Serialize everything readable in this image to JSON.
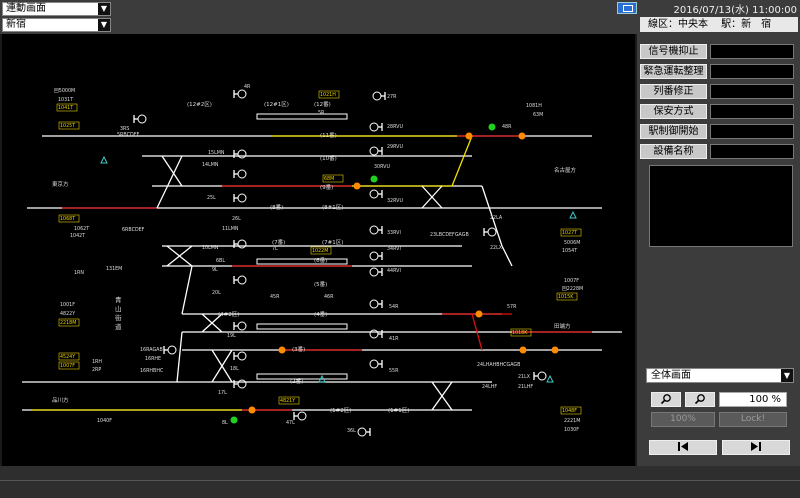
{
  "header": {
    "view_select": "連動画面",
    "station_select": "新宿",
    "datetime": "2016/07/13(水) 11:00:00",
    "line_info": "線区：中央本　 駅：新　宿"
  },
  "panel": {
    "buttons": [
      {
        "label": "信号機抑止"
      },
      {
        "label": "緊急運転整理"
      },
      {
        "label": "列番修正"
      },
      {
        "label": "保安方式"
      },
      {
        "label": "駅制御開始"
      },
      {
        "label": "設備名称"
      }
    ],
    "display_select": "全体画面",
    "zoom_in_icon": "magnifier-icon",
    "zoom_out_icon": "magnifier-icon",
    "zoom_value": "100 %",
    "zoom_reset": "100%",
    "lock": "Lock!",
    "prev_icon": "skip-back-icon",
    "next_icon": "skip-forward-icon"
  },
  "diagram": {
    "colors": {
      "track": "#ffffff",
      "occupied_red": "#e01010",
      "route_yellow": "#f0e000",
      "signal_green": "#20d020",
      "signal_orange": "#ff8c00",
      "label_white": "#dddddd",
      "train_yellow": "#e8d000"
    },
    "directions": [
      {
        "text": "東京方"
      },
      {
        "text": "名古屋方"
      },
      {
        "text": "品川方"
      },
      {
        "text": "田端方"
      }
    ],
    "track_labels": [
      {
        "text": "(12#2区)"
      },
      {
        "text": "(12#1区)"
      },
      {
        "text": "(12番)"
      },
      {
        "text": "(11番)"
      },
      {
        "text": "(10番)"
      },
      {
        "text": "(9番)"
      },
      {
        "text": "(8番)"
      },
      {
        "text": "(8#1区)"
      },
      {
        "text": "(7番)"
      },
      {
        "text": "(7#1区)"
      },
      {
        "text": "(6番)"
      },
      {
        "text": "(5番)"
      },
      {
        "text": "(4#2区)"
      },
      {
        "text": "(4番)"
      },
      {
        "text": "(3番)"
      },
      {
        "text": "(2番)"
      },
      {
        "text": "(1#2区)"
      },
      {
        "text": "(1#1区)"
      }
    ],
    "signal_labels": [
      {
        "text": "4R"
      },
      {
        "text": "5R"
      },
      {
        "text": "27R"
      },
      {
        "text": "28RVU"
      },
      {
        "text": "29RVU"
      },
      {
        "text": "30RVU"
      },
      {
        "text": "32RVU"
      },
      {
        "text": "33RVI"
      },
      {
        "text": "34RVI"
      },
      {
        "text": "44RVI"
      },
      {
        "text": "45R"
      },
      {
        "text": "46R"
      },
      {
        "text": "54R"
      },
      {
        "text": "41R"
      },
      {
        "text": "55R"
      },
      {
        "text": "36L"
      },
      {
        "text": "47L"
      },
      {
        "text": "8L"
      },
      {
        "text": "17L"
      },
      {
        "text": "18L"
      },
      {
        "text": "19L"
      },
      {
        "text": "20L"
      },
      {
        "text": "9L"
      },
      {
        "text": "10LMN"
      },
      {
        "text": "11LMN"
      },
      {
        "text": "14LMN"
      },
      {
        "text": "15LMN"
      },
      {
        "text": "25L"
      },
      {
        "text": "26L"
      },
      {
        "text": "7L"
      },
      {
        "text": "1RN"
      },
      {
        "text": "1RH"
      },
      {
        "text": "2RP"
      },
      {
        "text": "3RS"
      },
      {
        "text": "5RBCDEF"
      },
      {
        "text": "6RBCDEF"
      },
      {
        "text": "16RAGAB"
      },
      {
        "text": "16RHE"
      },
      {
        "text": "16RHBHC"
      },
      {
        "text": "22LA"
      },
      {
        "text": "22LX"
      },
      {
        "text": "23LBCDEFGAGB"
      },
      {
        "text": "24LHAHBHCGAGB"
      },
      {
        "text": "24LHF"
      },
      {
        "text": "21LX"
      },
      {
        "text": "21LHF"
      },
      {
        "text": "48R"
      },
      {
        "text": "57R"
      },
      {
        "text": "6BL"
      },
      {
        "text": "131EM"
      }
    ],
    "train_labels": [
      {
        "text": "回5000M",
        "yellow": false
      },
      {
        "text": "1031T",
        "yellow": false
      },
      {
        "text": "1041T",
        "yellow": true
      },
      {
        "text": "1025T",
        "yellow": true
      },
      {
        "text": "1021H",
        "yellow": true
      },
      {
        "text": "1081H",
        "yellow": false
      },
      {
        "text": "63M",
        "yellow": false
      },
      {
        "text": "68M",
        "yellow": true
      },
      {
        "text": "1068T",
        "yellow": true
      },
      {
        "text": "1062T",
        "yellow": false
      },
      {
        "text": "1042T",
        "yellow": false
      },
      {
        "text": "1022M",
        "yellow": true
      },
      {
        "text": "1027T",
        "yellow": true
      },
      {
        "text": "5006M",
        "yellow": false
      },
      {
        "text": "1054T",
        "yellow": false
      },
      {
        "text": "1007F",
        "yellow": false
      },
      {
        "text": "回2228M",
        "yellow": false
      },
      {
        "text": "1015K",
        "yellow": true
      },
      {
        "text": "1001F",
        "yellow": false
      },
      {
        "text": "4822Y",
        "yellow": false
      },
      {
        "text": "2218M",
        "yellow": true
      },
      {
        "text": "1018K",
        "yellow": true
      },
      {
        "text": "4524Y",
        "yellow": true
      },
      {
        "text": "1007F",
        "yellow": true
      },
      {
        "text": "4821Y",
        "yellow": true
      },
      {
        "text": "1040F",
        "yellow": false
      },
      {
        "text": "1048F",
        "yellow": true
      },
      {
        "text": "2221M",
        "yellow": false
      },
      {
        "text": "1030F",
        "yellow": false
      }
    ],
    "vertical_label": "青山街道"
  }
}
